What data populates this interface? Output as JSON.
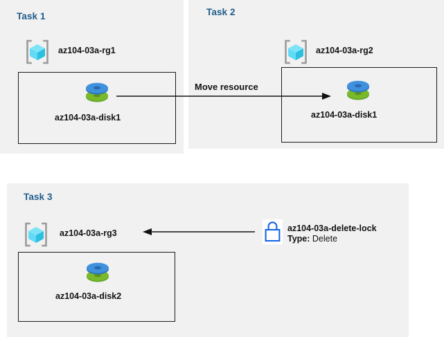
{
  "diagram": {
    "title": "Azure resource group tasks diagram",
    "background": "#ffffff",
    "panel_color": "#f1f1f1",
    "heading_color": "#1f5c8b",
    "text_color": "#121212",
    "lock_color": "#1565e0",
    "disk_top_color": "#3f91dd",
    "disk_bottom_color": "#7ab929",
    "cube_color": "#46d6f5",
    "bracket_color": "#9a9a9a"
  },
  "tasks": [
    {
      "id": "task1",
      "heading": "Task 1",
      "resource_group": {
        "icon": "resource-group-icon",
        "label": "az104-03a-rg1"
      },
      "resource": {
        "icon": "managed-disk-icon",
        "label": "az104-03a-disk1"
      }
    },
    {
      "id": "task2",
      "heading": "Task 2",
      "resource_group": {
        "icon": "resource-group-icon",
        "label": "az104-03a-rg2"
      },
      "resource": {
        "icon": "managed-disk-icon",
        "label": "az104-03a-disk1"
      }
    },
    {
      "id": "task3",
      "heading": "Task 3",
      "resource_group": {
        "icon": "resource-group-icon",
        "label": "az104-03a-rg3"
      },
      "resource": {
        "icon": "managed-disk-icon",
        "label": "az104-03a-disk2"
      },
      "lock": {
        "icon": "lock-icon",
        "label": "az104-03a-delete-lock",
        "type_key": "Type:",
        "type_value": "Delete"
      }
    }
  ],
  "connectors": [
    {
      "id": "move-resource-arrow",
      "label": "Move resource",
      "direction": "left-to-right",
      "from": "task1-disk-box",
      "to": "task2-disk-box"
    },
    {
      "id": "lock-applies-arrow",
      "label": "",
      "direction": "right-to-left",
      "from": "az104-03a-delete-lock",
      "to": "az104-03a-rg3"
    }
  ]
}
